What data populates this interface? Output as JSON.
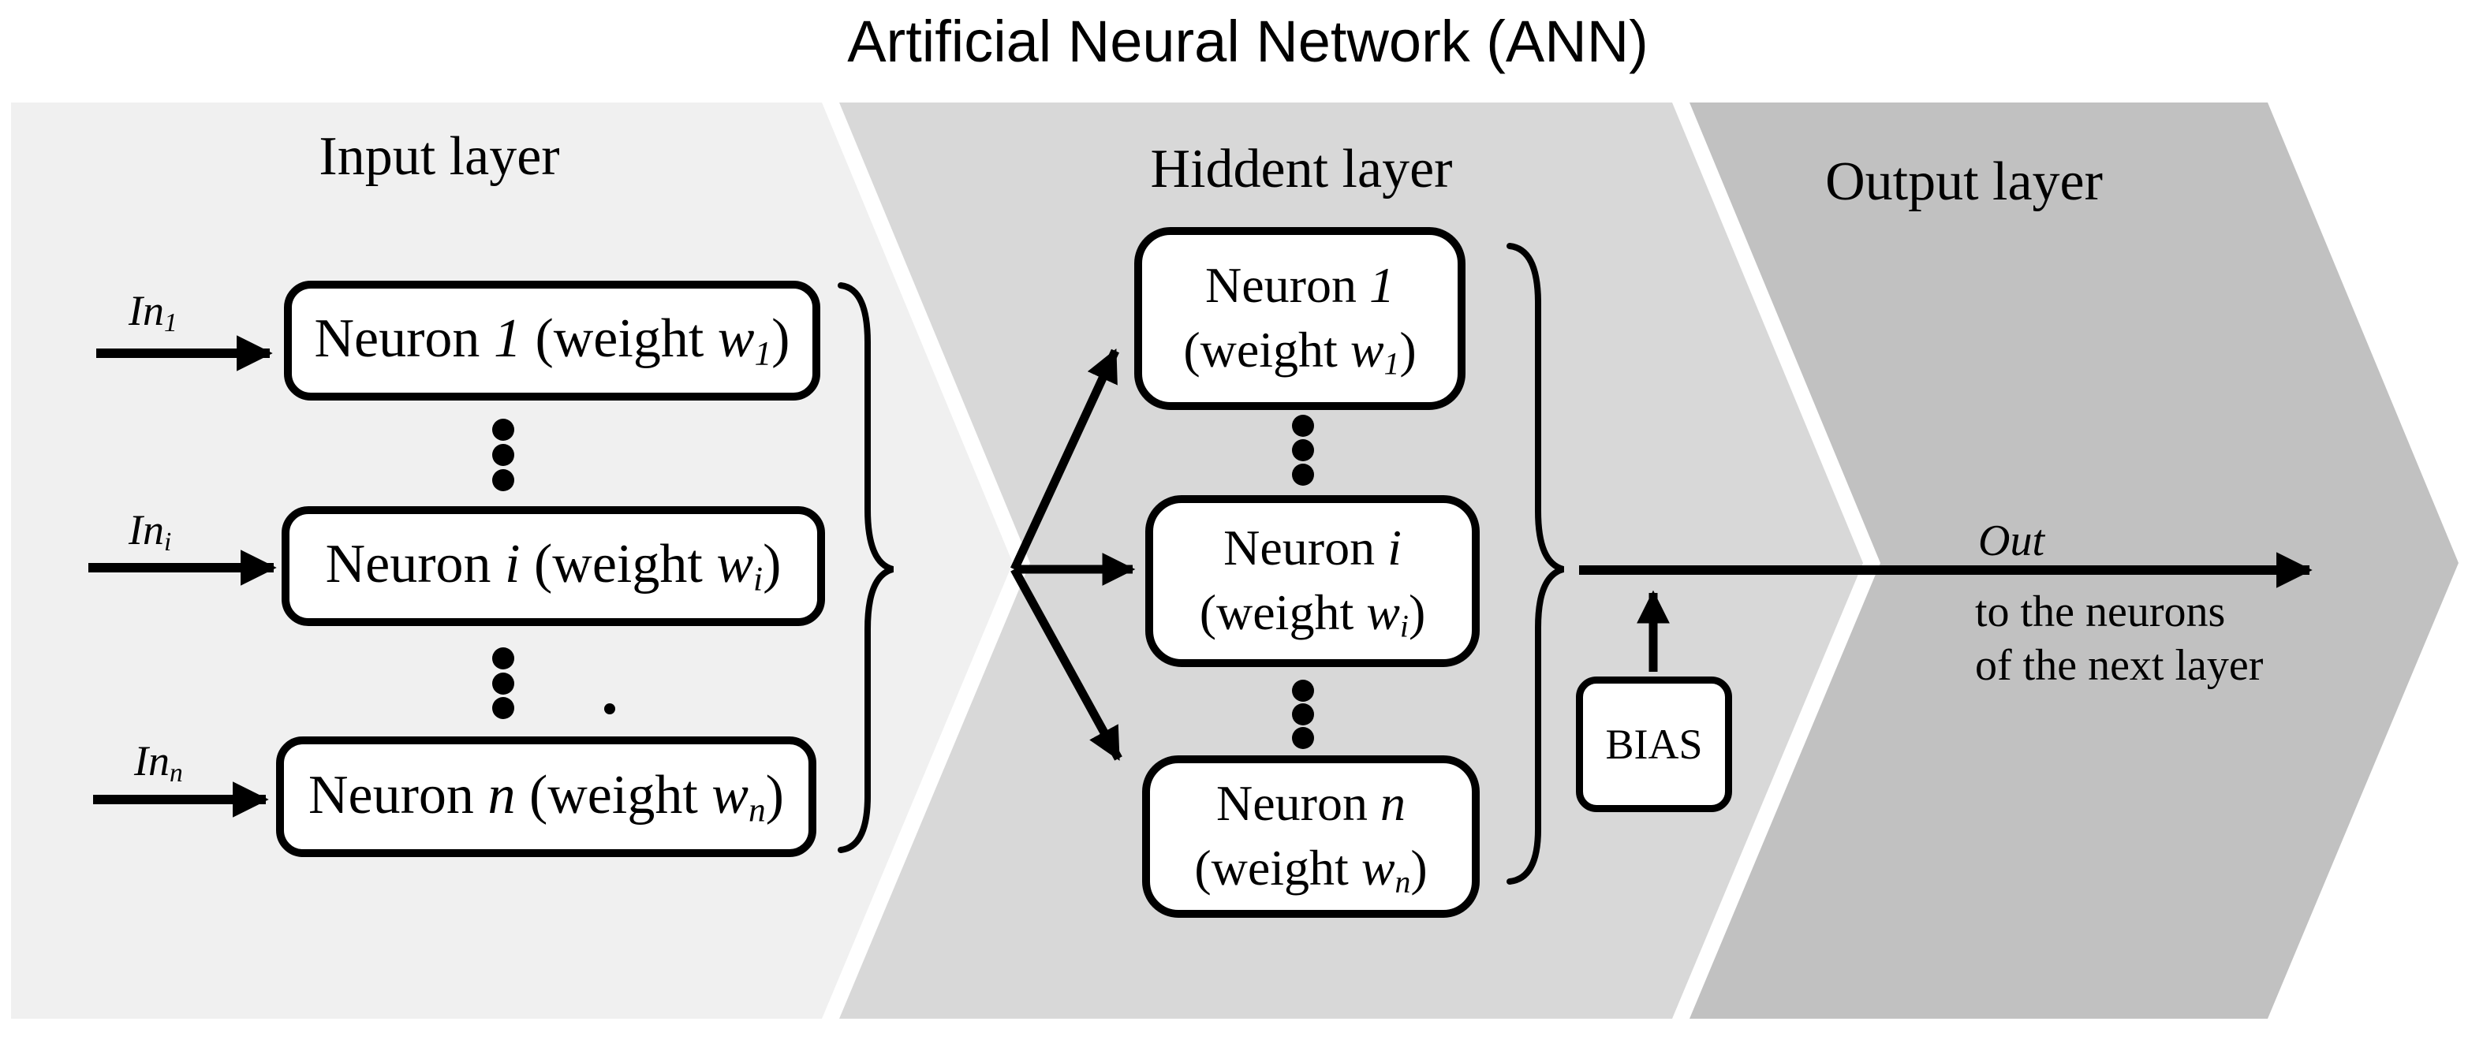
{
  "title": "Artificial Neural Network (ANN)",
  "colors": {
    "input_bg": "#f0f0f0",
    "hidden_bg": "#d8d8d8",
    "output_bg": "#c1c1c1",
    "ink": "#000000"
  },
  "layers": {
    "input_heading": "Input layer",
    "hidden_heading": "Hiddent layer",
    "output_heading": "Output layer"
  },
  "input_neurons": [
    {
      "in_base": "In",
      "in_sub": "1",
      "name": "Neuron ",
      "index": "1",
      "weight_pre": " (weight ",
      "weight_sym": "w",
      "weight_sub": "1",
      "weight_post": ")"
    },
    {
      "in_base": "In",
      "in_sub": "i",
      "name": "Neuron ",
      "index": "i",
      "weight_pre": " (weight ",
      "weight_sym": "w",
      "weight_sub": "i",
      "weight_post": ")"
    },
    {
      "in_base": "In",
      "in_sub": "n",
      "name": "Neuron ",
      "index": "n",
      "weight_pre": " (weight ",
      "weight_sym": "w",
      "weight_sub": "n",
      "weight_post": ")"
    }
  ],
  "hidden_neurons": [
    {
      "line1_pre": "Neuron ",
      "line1_index": "1",
      "line2_pre": "(weight ",
      "line2_sym": "w",
      "line2_sub": "1",
      "line2_post": ")"
    },
    {
      "line1_pre": "Neuron ",
      "line1_index": "i",
      "line2_pre": "(weight ",
      "line2_sym": "w",
      "line2_sub": "i",
      "line2_post": ")"
    },
    {
      "line1_pre": "Neuron ",
      "line1_index": "n",
      "line2_pre": "(weight ",
      "line2_sym": "w",
      "line2_sub": "n",
      "line2_post": ")"
    }
  ],
  "bias_label": "BIAS",
  "output": {
    "out_label": "Out",
    "note_line1": "to the neurons",
    "note_line2": "of the next layer"
  }
}
